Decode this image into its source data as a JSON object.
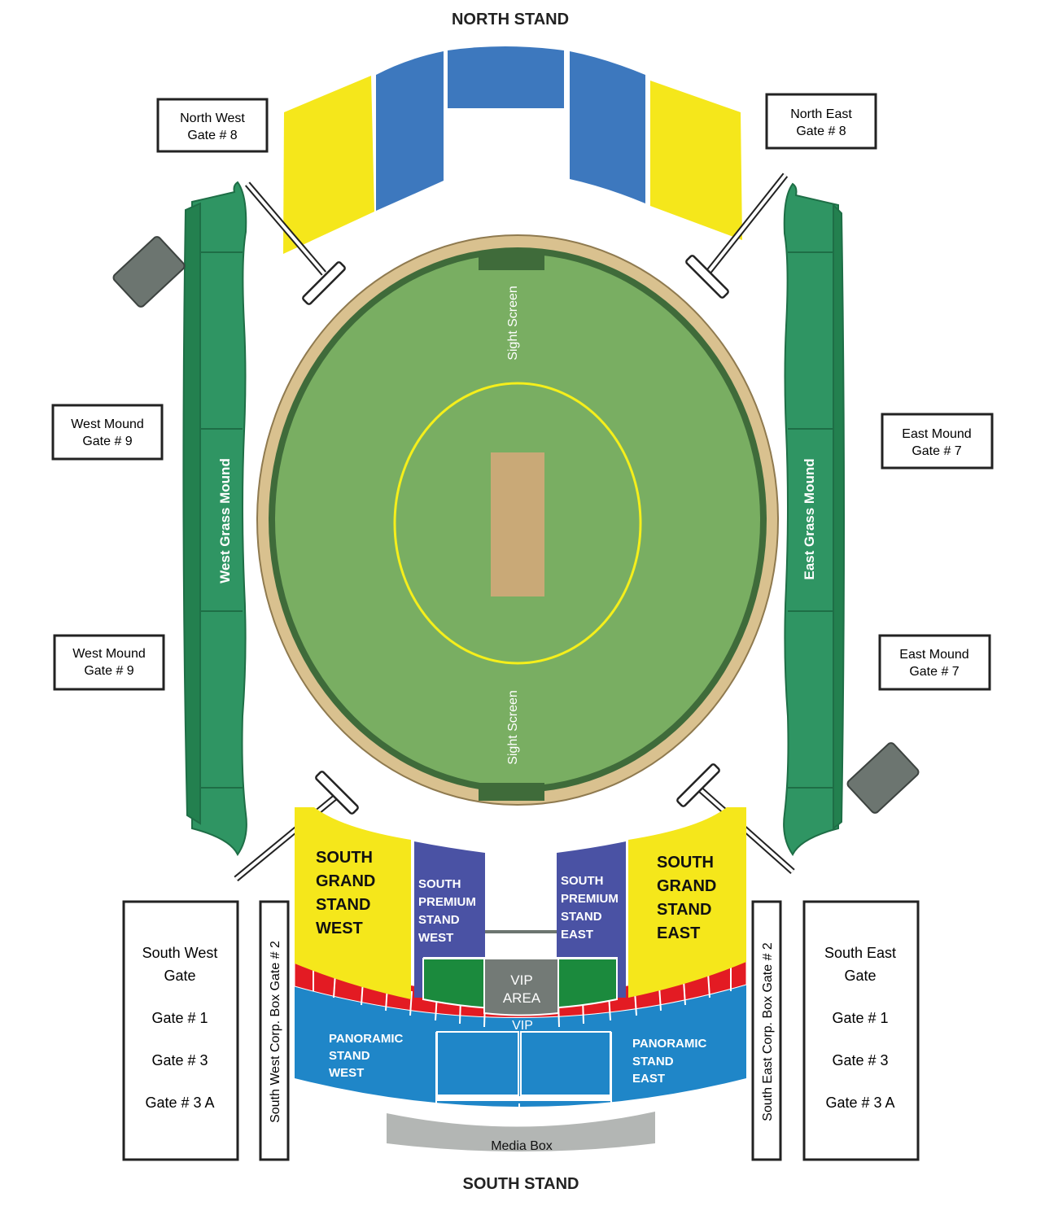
{
  "stands": {
    "north": "NORTH STAND",
    "south": "SOUTH STAND"
  },
  "gates": {
    "north_west": [
      "North West",
      "Gate # 8"
    ],
    "north_east": [
      "North East",
      "Gate # 8"
    ],
    "west_mound_1": [
      "West Mound",
      "Gate # 9"
    ],
    "west_mound_2": [
      "West Mound",
      "Gate # 9"
    ],
    "east_mound_1": [
      "East Mound",
      "Gate # 7"
    ],
    "east_mound_2": [
      "East Mound",
      "Gate # 7"
    ],
    "south_west": [
      "South West",
      "Gate",
      "Gate # 1",
      "Gate # 3",
      "Gate # 3 A"
    ],
    "south_east": [
      "South East",
      "Gate",
      "Gate # 1",
      "Gate # 3",
      "Gate # 3 A"
    ],
    "sw_corp_box": "South West Corp. Box Gate # 2",
    "se_corp_box": "South East Corp. Box Gate # 2"
  },
  "ground": {
    "sight_screen_north": "Sight Screen",
    "sight_screen_south": "Sight Screen",
    "west_mound": "West Grass Mound",
    "east_mound": "East Grass Mound"
  },
  "south_sections": {
    "grand_west": [
      "SOUTH",
      "GRAND",
      "STAND",
      "WEST"
    ],
    "grand_east": [
      "SOUTH",
      "GRAND",
      "STAND",
      "EAST"
    ],
    "premium_west": [
      "SOUTH",
      "PREMIUM",
      "STAND",
      "WEST"
    ],
    "premium_east": [
      "SOUTH",
      "PREMIUM",
      "STAND",
      "EAST"
    ],
    "vip_area": [
      "VIP",
      "AREA"
    ],
    "vip": "VIP",
    "panoramic_west": [
      "PANORAMIC",
      "STAND",
      "WEST"
    ],
    "panoramic_east": [
      "PANORAMIC",
      "STAND",
      "EAST"
    ],
    "media_box": "Media Box"
  },
  "colors": {
    "yellow": "#f5e71b",
    "blue": "#3d78be",
    "green_mound": "#2f9563",
    "field": "#79ae62",
    "boundary": "#d9c18f",
    "pitch": "#c9a977",
    "premium": "#4a52a4",
    "red": "#e31b23",
    "panoramic": "#1f86c8",
    "grey": "#6c7570"
  }
}
